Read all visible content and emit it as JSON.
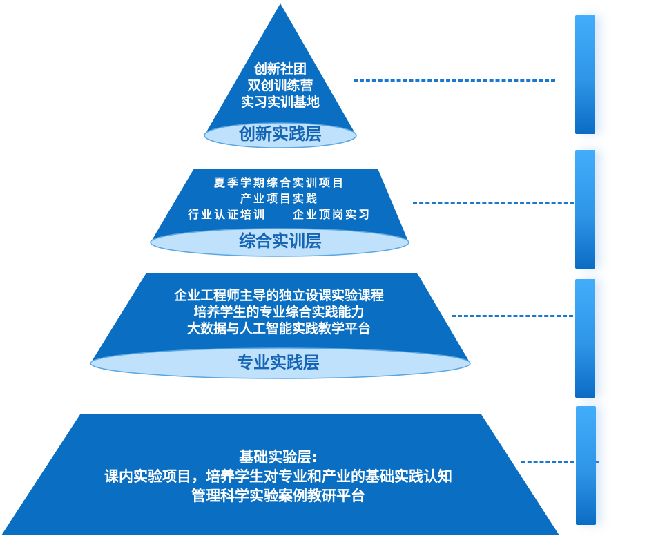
{
  "colors": {
    "tier_fill": "#0a6fc2",
    "ellipse_fill": "#bfe1fb",
    "ellipse_stroke": "#5aa7e3",
    "label_text": "#1565b4",
    "bar_top": "#42adfb",
    "bar_bottom": "#0b6cc4",
    "connector": "#1b78cf"
  },
  "tiers": [
    {
      "id": "innovation",
      "label": "创新实践层",
      "lines": [
        "创新社团",
        "双创训练营",
        "实习实训基地"
      ]
    },
    {
      "id": "comprehensive",
      "label": "综合实训层",
      "lines": [
        "夏季学期综合实训项目",
        "产业项目实践",
        "行业认证培训　　企业顶岗实习"
      ]
    },
    {
      "id": "professional",
      "label": "专业实践层",
      "lines": [
        "企业工程师主导的独立设课实验课程",
        "培养学生的专业综合实践能力",
        "大数据与人工智能实践教学平台"
      ]
    },
    {
      "id": "foundation",
      "label": "基础实验层:",
      "lines": [
        "课内实验项目，培养学生对专业和产业的基础实践认知",
        "管理科学实验案例教研平台"
      ]
    }
  ],
  "side_bars": [
    "bar-1",
    "bar-2",
    "bar-3",
    "bar-4"
  ]
}
